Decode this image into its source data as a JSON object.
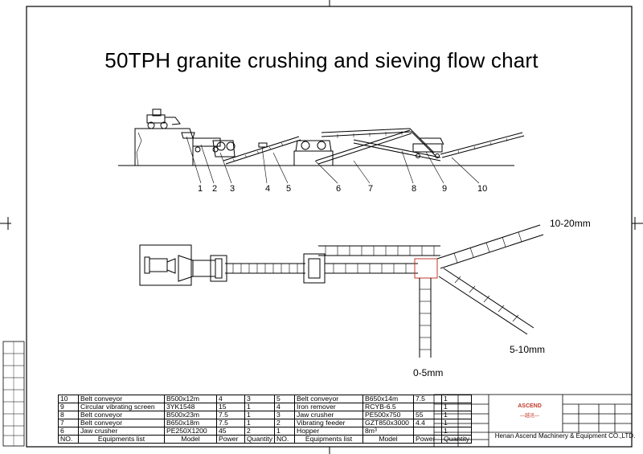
{
  "title": "50TPH granite crushing and sieving flow chart",
  "process_labels": [
    "1",
    "2",
    "3",
    "4",
    "5",
    "6",
    "7",
    "8",
    "9",
    "10"
  ],
  "output_sizes": {
    "coarse": "10-20mm",
    "medium": "5-10mm",
    "fine": "0-5mm"
  },
  "equipment_table": {
    "rows": [
      {
        "left": {
          "no": "10",
          "name": "Belt conveyor",
          "model": "B500x12m",
          "power": "4",
          "qty": "3"
        },
        "right": {
          "no": "5",
          "name": "Belt conveyor",
          "model": "B650x14m",
          "power": "7.5",
          "qty": "1"
        }
      },
      {
        "left": {
          "no": "9",
          "name": "Circular vibrating screen",
          "model": "3YK1548",
          "power": "15",
          "qty": "1"
        },
        "right": {
          "no": "4",
          "name": "Iron remover",
          "model": "RCYB-6.5",
          "power": "",
          "qty": "1"
        }
      },
      {
        "left": {
          "no": "8",
          "name": "Belt conveyor",
          "model": "B500x23m",
          "power": "7.5",
          "qty": "1"
        },
        "right": {
          "no": "3",
          "name": "Jaw crusher",
          "model": "PE500x750",
          "power": "55",
          "qty": "1"
        }
      },
      {
        "left": {
          "no": "7",
          "name": "Belt conveyor",
          "model": "B650x18m",
          "power": "7.5",
          "qty": "1"
        },
        "right": {
          "no": "2",
          "name": "Vibrating feeder",
          "model": "GZT850x3000",
          "power": "4.4",
          "qty": "1"
        }
      },
      {
        "left": {
          "no": "6",
          "name": "Jaw crusher",
          "model": "PE250X1200",
          "power": "45",
          "qty": "2"
        },
        "right": {
          "no": "1",
          "name": "Hopper",
          "model": "8m³",
          "power": "",
          "qty": "1"
        }
      }
    ],
    "header": {
      "no": "NO.",
      "name": "Equipments list",
      "model": "Model",
      "power": "Power",
      "qty": "Quantity"
    }
  },
  "company": "Henan Ascend Machinery & Equipment CO.,LTD.",
  "logo": {
    "brand": "ASCEND",
    "sub": "—越迅—"
  }
}
